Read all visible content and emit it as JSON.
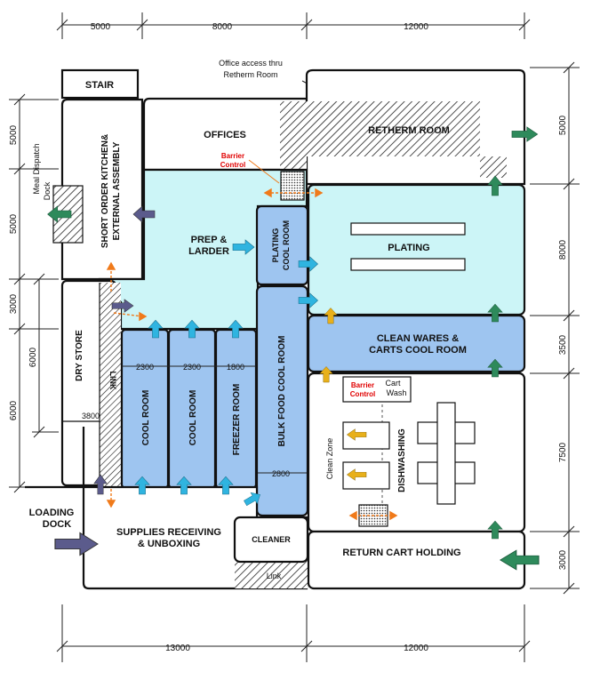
{
  "dims_top": [
    "5000",
    "8000",
    "12000"
  ],
  "dims_bottom": [
    "13000",
    "12000"
  ],
  "dims_left": [
    "5000",
    "5000",
    "3000",
    "6000",
    "6000"
  ],
  "dims_right": [
    "5000",
    "8000",
    "3500",
    "7500",
    "3000"
  ],
  "dims_inner": {
    "cool1": "2300",
    "cool2": "2300",
    "freezer": "1800",
    "dry": "3800",
    "bulk": "2800"
  },
  "rooms": {
    "stair": "STAIR",
    "offices": "OFFICES",
    "retherm": "RETHERM ROOM",
    "office_note_1": "Office access thru",
    "office_note_2": "Retherm Room",
    "short_order_1": "SHORT ORDER KITCHEN&",
    "short_order_2": "EXTERNAL ASSEMBLY",
    "meal_dispatch_1": "Meal Dispatch",
    "meal_dispatch_2": "Dock",
    "prep_1": "PREP &",
    "prep_2": "LARDER",
    "plating_cool_1": "PLATING",
    "plating_cool_2": "COOL ROOM",
    "plating": "PLATING",
    "clean_wares_1": "CLEAN WARES &",
    "clean_wares_2": "CARTS COOL ROOM",
    "dry_store": "DRY STORE",
    "link": "LINK",
    "cool_room_1": "COOL ROOM",
    "cool_room_2": "COOL ROOM",
    "freezer": "FREEZER ROOM",
    "bulk_food": "BULK FOOD COOL ROOM",
    "dishwashing": "DISHWASHING",
    "clean_zone": "Clean Zone",
    "cart_wash_1": "Cart",
    "cart_wash_2": "Wash",
    "barrier_1a": "Barrier",
    "barrier_1b": "Control",
    "barrier_2a": "Barrier",
    "barrier_2b": "Control",
    "loading_1": "LOADING",
    "loading_2": "DOCK",
    "supplies_1": "SUPPLIES RECEIVING",
    "supplies_2": "& UNBOXING",
    "cleaner": "CLEANER",
    "return_cart": "RETURN CART HOLDING",
    "link_bottom": "Link"
  },
  "colors": {
    "cyan_fill": "#ccf5f7",
    "blue_fill": "#9ec5f0",
    "arrow_purple": "#5b5b8c",
    "arrow_cyan": "#2fb4e0",
    "arrow_green": "#2e8a5b",
    "arrow_yellow": "#e8b01a",
    "arrow_orange": "#f07a1a",
    "barrier_red": "#e00000"
  }
}
